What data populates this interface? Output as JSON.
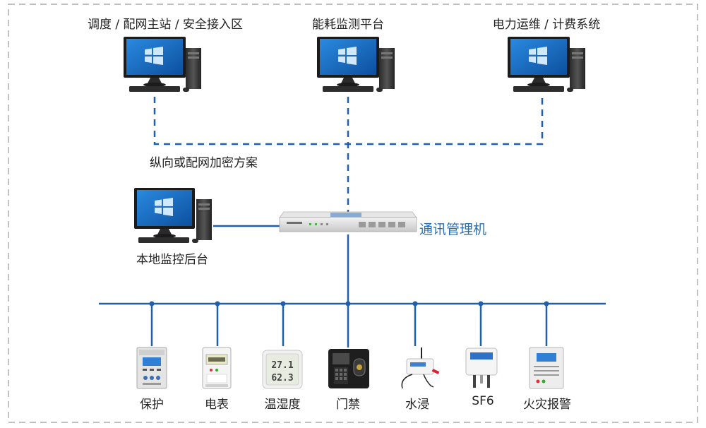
{
  "top_nodes": [
    {
      "label": "调度 / 配网主站 / 安全接入区",
      "icon": "desktop-computer-icon"
    },
    {
      "label": "能耗监测平台",
      "icon": "desktop-computer-icon"
    },
    {
      "label": "电力运维 / 计费系统",
      "icon": "desktop-computer-icon"
    }
  ],
  "network_label": "纵向或配网加密方案",
  "local_console": {
    "label": "本地监控后台",
    "icon": "desktop-computer-icon"
  },
  "gateway": {
    "label": "通讯管理机",
    "icon": "rack-server-icon"
  },
  "devices": [
    {
      "label": "保护",
      "icon": "protection-relay-icon"
    },
    {
      "label": "电表",
      "icon": "electric-meter-icon"
    },
    {
      "label": "温湿度",
      "icon": "thermo-hygrometer-icon",
      "readings": [
        "27.1",
        "62.3"
      ]
    },
    {
      "label": "门禁",
      "icon": "access-control-icon"
    },
    {
      "label": "水浸",
      "icon": "water-leak-sensor-icon"
    },
    {
      "label": "SF6",
      "icon": "sf6-sensor-icon"
    },
    {
      "label": "火灾报警",
      "icon": "fire-alarm-panel-icon"
    }
  ],
  "colors": {
    "link": "#1f5fb0",
    "frame": "#9a9a9a",
    "label_blue": "#2a6fb5",
    "screen": "#1a73c9"
  }
}
